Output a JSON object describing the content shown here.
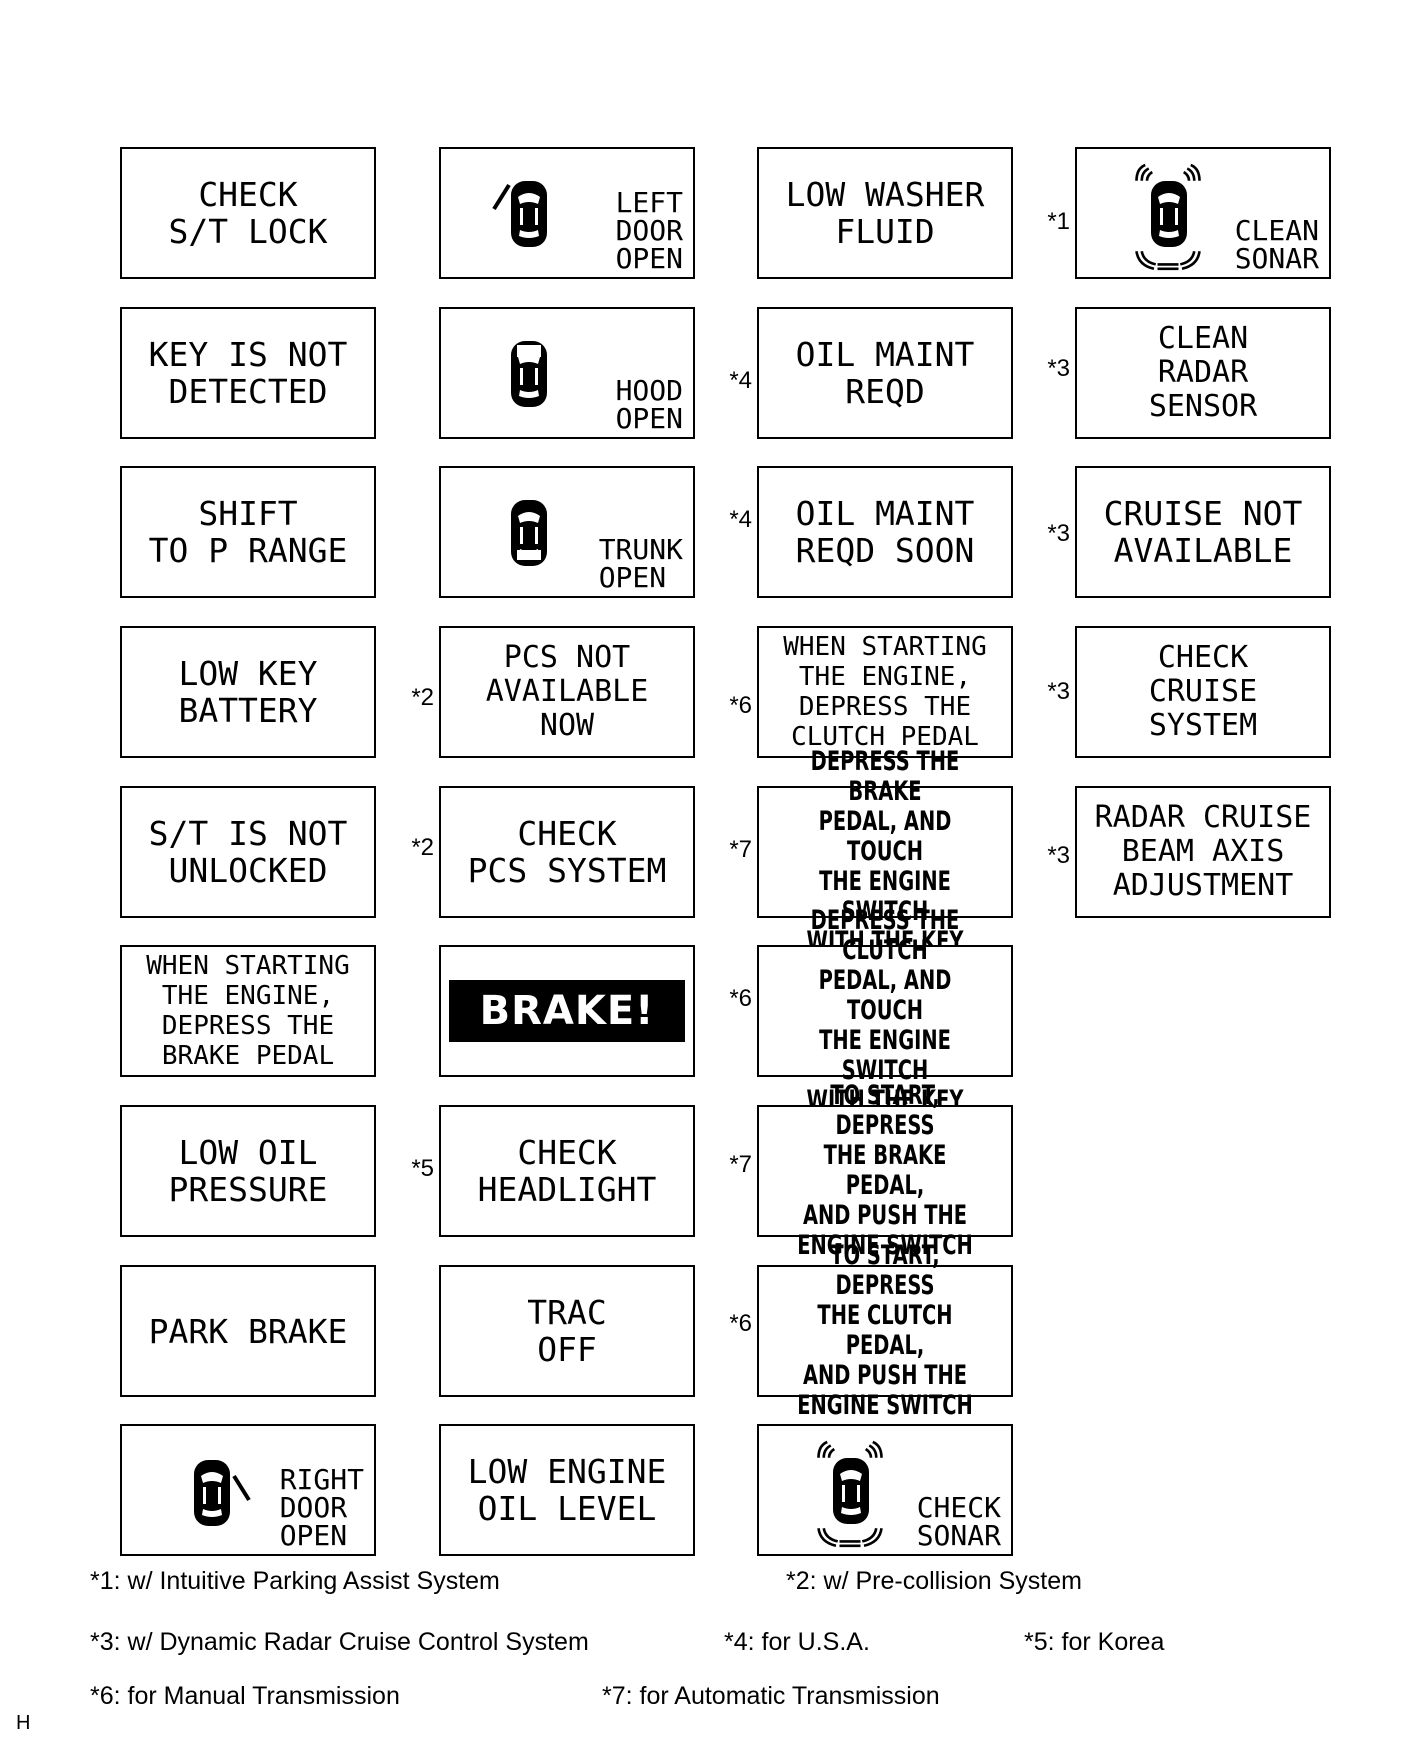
{
  "messages": {
    "c1r1": "CHECK\nS/T LOCK",
    "c1r2": "KEY IS NOT\nDETECTED",
    "c1r3": "SHIFT\nTO P RANGE",
    "c1r4": "LOW KEY\nBATTERY",
    "c1r5": "S/T IS NOT\nUNLOCKED",
    "c1r6": "WHEN STARTING\nTHE ENGINE,\nDEPRESS THE\nBRAKE PEDAL",
    "c1r7": "LOW OIL\nPRESSURE",
    "c1r8": "PARK BRAKE",
    "c1r9": "RIGHT\nDOOR\nOPEN",
    "c2r1": "LEFT\nDOOR\nOPEN",
    "c2r2": "HOOD\nOPEN",
    "c2r3": "TRUNK\nOPEN",
    "c2r4": "PCS NOT\nAVAILABLE\nNOW",
    "c2r5": "CHECK\nPCS SYSTEM",
    "c2r6": "BRAKE!",
    "c2r7": "CHECK\nHEADLIGHT",
    "c2r8": "TRAC\nOFF",
    "c2r9": "LOW ENGINE\nOIL LEVEL",
    "c3r1": "LOW WASHER\nFLUID",
    "c3r2": "OIL MAINT\nREQD",
    "c3r3": "OIL MAINT\nREQD SOON",
    "c3r4": "WHEN STARTING\nTHE ENGINE,\nDEPRESS THE\nCLUTCH PEDAL",
    "c3r5": "DEPRESS THE BRAKE\nPEDAL, AND TOUCH\nTHE ENGINE SWITCH\nWITH THE KEY",
    "c3r6": "DEPRESS THE CLUTCH\nPEDAL, AND TOUCH\nTHE ENGINE SWITCH\nWITH THE KEY",
    "c3r7": "TO START, DEPRESS\nTHE BRAKE PEDAL,\nAND PUSH THE\nENGINE SWITCH",
    "c3r8": "TO START, DEPRESS\nTHE CLUTCH PEDAL,\nAND PUSH THE\nENGINE SWITCH",
    "c3r9": "CHECK\nSONAR",
    "c4r1": "CLEAN\nSONAR",
    "c4r2": "CLEAN\nRADAR\nSENSOR",
    "c4r3": "CRUISE NOT\nAVAILABLE",
    "c4r4": "CHECK\nCRUISE\nSYSTEM",
    "c4r5": "RADAR CRUISE\nBEAM AXIS\nADJUSTMENT"
  },
  "footnote_marks": {
    "c2r4": "*2",
    "c2r5": "*2",
    "c2r7": "*5",
    "c3r2": "*4",
    "c3r3": "*4",
    "c3r4": "*6",
    "c3r5": "*7",
    "c3r6": "*6",
    "c3r7": "*7",
    "c3r8": "*6",
    "c4r1": "*1",
    "c4r2": "*3",
    "c4r3": "*3",
    "c4r4": "*3",
    "c4r5": "*3"
  },
  "notes": {
    "n1": "*1: w/ Intuitive Parking Assist System",
    "n2": "*2: w/ Pre-collision System",
    "n3": "*3: w/ Dynamic Radar Cruise Control System",
    "n4": "*4: for U.S.A.",
    "n5": "*5: for Korea",
    "n6": "*6: for Manual Transmission",
    "n7": "*7: for Automatic Transmission"
  },
  "corner_mark": "H",
  "icons": {
    "car": "car-top-view-icon",
    "sonar": "sonar-waves-icon"
  }
}
